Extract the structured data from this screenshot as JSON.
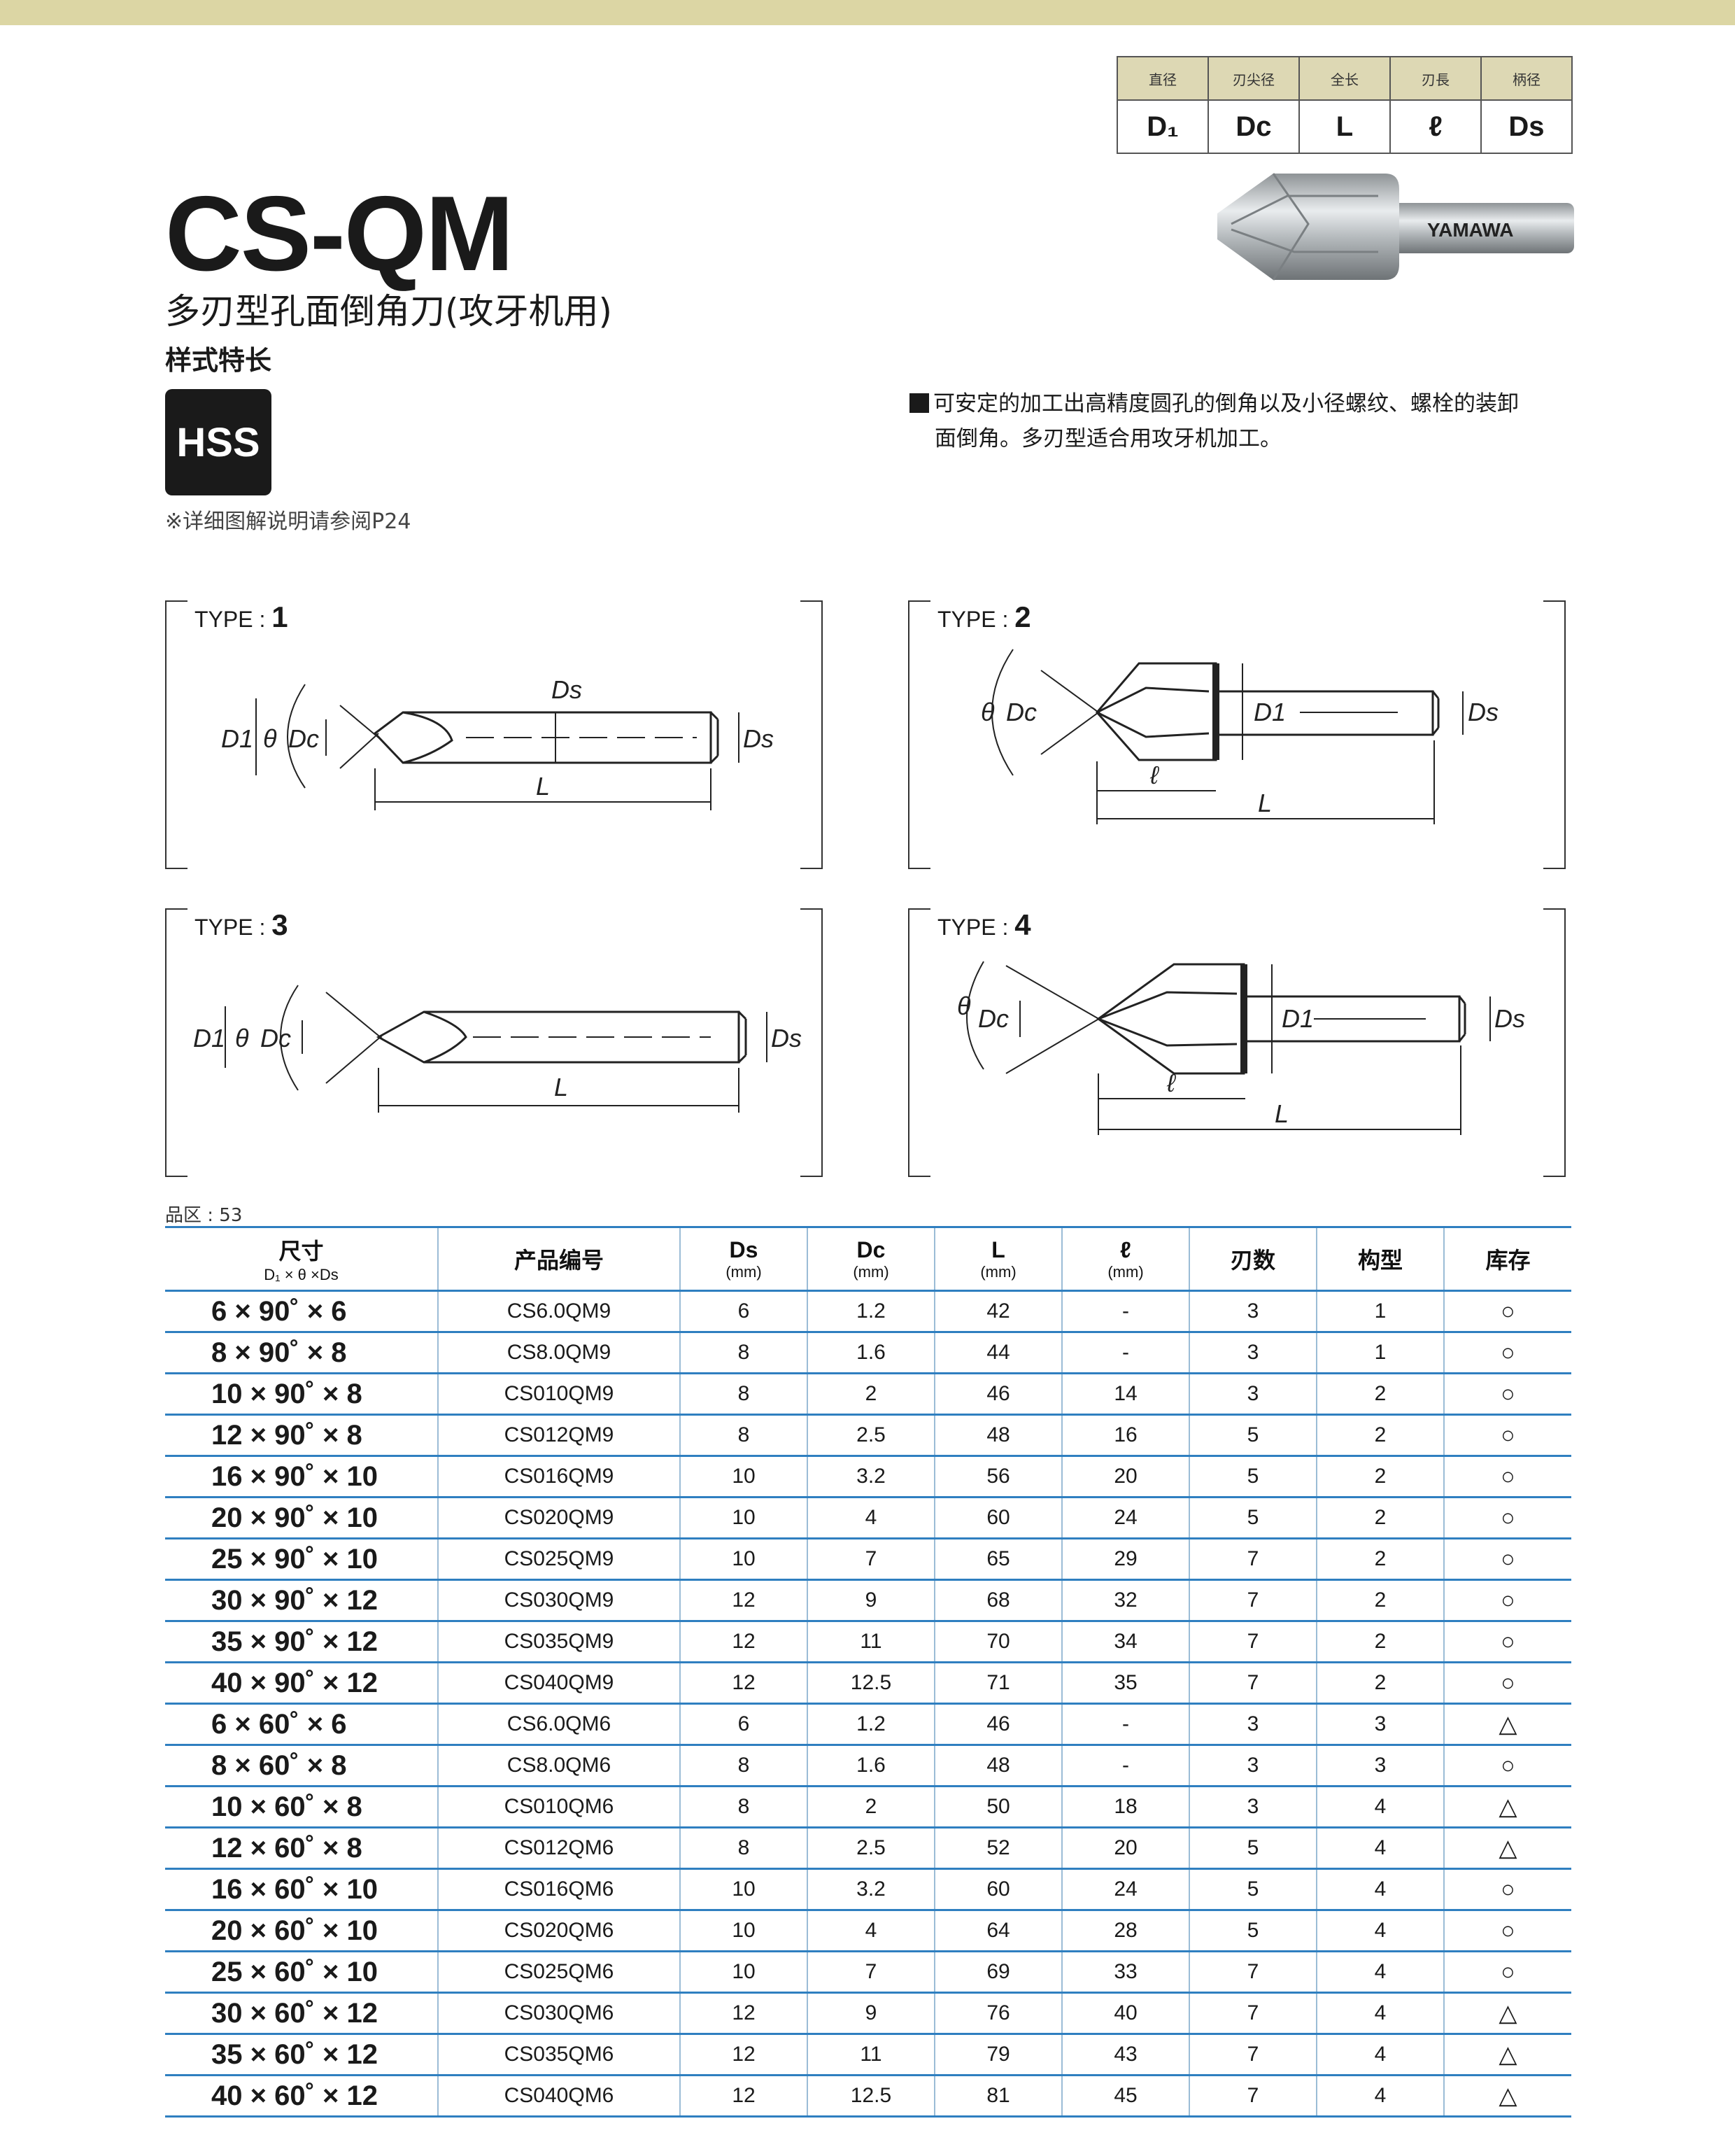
{
  "legend": {
    "headers": [
      "直径",
      "刃尖径",
      "全长",
      "刃長",
      "柄径"
    ],
    "symbols": [
      "D₁",
      "Dc",
      "L",
      "ℓ",
      "Ds"
    ]
  },
  "product_image": {
    "brand": "YAMAWA"
  },
  "title": "CS-QM",
  "subtitle": "多刃型孔面倒角刀(攻牙机用)",
  "subsubtitle": "样式特长",
  "material_badge": "HSS",
  "note": "※详细图解说明请参阅P24",
  "description": {
    "line1": "可安定的加工出高精度圆孔的倒角以及小径螺纹、螺栓的装卸",
    "line2": "面倒角。多刃型适合用攻牙机加工。"
  },
  "diagrams": [
    {
      "type_text": "TYPE : ",
      "type_num": "1",
      "labels": {
        "ds_top": "Ds",
        "d1": "D1",
        "theta": "θ",
        "dc": "Dc",
        "ds": "Ds",
        "l": "L"
      }
    },
    {
      "type_text": "TYPE : ",
      "type_num": "2",
      "labels": {
        "theta": "θ",
        "dc": "Dc",
        "d1": "D1",
        "ds": "Ds",
        "ell": "ℓ",
        "l": "L"
      }
    },
    {
      "type_text": "TYPE : ",
      "type_num": "3",
      "labels": {
        "d1": "D1",
        "theta": "θ",
        "dc": "Dc",
        "ds": "Ds",
        "l": "L"
      }
    },
    {
      "type_text": "TYPE : ",
      "type_num": "4",
      "labels": {
        "theta": "θ",
        "dc": "Dc",
        "d1": "D1",
        "ds": "Ds",
        "ell": "ℓ",
        "l": "L"
      }
    }
  ],
  "region": "品区 : 53",
  "table": {
    "headers": {
      "size": "尺寸",
      "size_sub": "D₁ × θ ×Ds",
      "code": "产品编号",
      "ds": "Ds",
      "dc": "Dc",
      "l": "L",
      "ell": "ℓ",
      "unit": "(mm)",
      "flutes": "刃数",
      "type": "构型",
      "stock": "库存"
    },
    "rows": [
      {
        "size": "6 × 90˚ × 6",
        "code": "CS6.0QM9",
        "ds": "6",
        "dc": "1.2",
        "l": "42",
        "ell": "-",
        "flutes": "3",
        "type": "1",
        "stock": "○"
      },
      {
        "size": "8 × 90˚ × 8",
        "code": "CS8.0QM9",
        "ds": "8",
        "dc": "1.6",
        "l": "44",
        "ell": "-",
        "flutes": "3",
        "type": "1",
        "stock": "○"
      },
      {
        "size": "10 × 90˚ × 8",
        "code": "CS010QM9",
        "ds": "8",
        "dc": "2",
        "l": "46",
        "ell": "14",
        "flutes": "3",
        "type": "2",
        "stock": "○"
      },
      {
        "size": "12 × 90˚ × 8",
        "code": "CS012QM9",
        "ds": "8",
        "dc": "2.5",
        "l": "48",
        "ell": "16",
        "flutes": "5",
        "type": "2",
        "stock": "○"
      },
      {
        "size": "16 × 90˚ × 10",
        "code": "CS016QM9",
        "ds": "10",
        "dc": "3.2",
        "l": "56",
        "ell": "20",
        "flutes": "5",
        "type": "2",
        "stock": "○"
      },
      {
        "size": "20 × 90˚ × 10",
        "code": "CS020QM9",
        "ds": "10",
        "dc": "4",
        "l": "60",
        "ell": "24",
        "flutes": "5",
        "type": "2",
        "stock": "○"
      },
      {
        "size": "25 × 90˚ × 10",
        "code": "CS025QM9",
        "ds": "10",
        "dc": "7",
        "l": "65",
        "ell": "29",
        "flutes": "7",
        "type": "2",
        "stock": "○"
      },
      {
        "size": "30 × 90˚ × 12",
        "code": "CS030QM9",
        "ds": "12",
        "dc": "9",
        "l": "68",
        "ell": "32",
        "flutes": "7",
        "type": "2",
        "stock": "○"
      },
      {
        "size": "35 × 90˚ × 12",
        "code": "CS035QM9",
        "ds": "12",
        "dc": "11",
        "l": "70",
        "ell": "34",
        "flutes": "7",
        "type": "2",
        "stock": "○"
      },
      {
        "size": "40 × 90˚ × 12",
        "code": "CS040QM9",
        "ds": "12",
        "dc": "12.5",
        "l": "71",
        "ell": "35",
        "flutes": "7",
        "type": "2",
        "stock": "○"
      },
      {
        "size": "6 × 60˚ × 6",
        "code": "CS6.0QM6",
        "ds": "6",
        "dc": "1.2",
        "l": "46",
        "ell": "-",
        "flutes": "3",
        "type": "3",
        "stock": "△"
      },
      {
        "size": "8 × 60˚ × 8",
        "code": "CS8.0QM6",
        "ds": "8",
        "dc": "1.6",
        "l": "48",
        "ell": "-",
        "flutes": "3",
        "type": "3",
        "stock": "○"
      },
      {
        "size": "10 × 60˚ × 8",
        "code": "CS010QM6",
        "ds": "8",
        "dc": "2",
        "l": "50",
        "ell": "18",
        "flutes": "3",
        "type": "4",
        "stock": "△"
      },
      {
        "size": "12 × 60˚ × 8",
        "code": "CS012QM6",
        "ds": "8",
        "dc": "2.5",
        "l": "52",
        "ell": "20",
        "flutes": "5",
        "type": "4",
        "stock": "△"
      },
      {
        "size": "16 × 60˚ × 10",
        "code": "CS016QM6",
        "ds": "10",
        "dc": "3.2",
        "l": "60",
        "ell": "24",
        "flutes": "5",
        "type": "4",
        "stock": "○"
      },
      {
        "size": "20 × 60˚ × 10",
        "code": "CS020QM6",
        "ds": "10",
        "dc": "4",
        "l": "64",
        "ell": "28",
        "flutes": "5",
        "type": "4",
        "stock": "○"
      },
      {
        "size": "25 × 60˚ × 10",
        "code": "CS025QM6",
        "ds": "10",
        "dc": "7",
        "l": "69",
        "ell": "33",
        "flutes": "7",
        "type": "4",
        "stock": "○"
      },
      {
        "size": "30 × 60˚ × 12",
        "code": "CS030QM6",
        "ds": "12",
        "dc": "9",
        "l": "76",
        "ell": "40",
        "flutes": "7",
        "type": "4",
        "stock": "△"
      },
      {
        "size": "35 × 60˚ × 12",
        "code": "CS035QM6",
        "ds": "12",
        "dc": "11",
        "l": "79",
        "ell": "43",
        "flutes": "7",
        "type": "4",
        "stock": "△"
      },
      {
        "size": "40 × 60˚ × 12",
        "code": "CS040QM6",
        "ds": "12",
        "dc": "12.5",
        "l": "81",
        "ell": "45",
        "flutes": "7",
        "type": "4",
        "stock": "△"
      }
    ]
  }
}
